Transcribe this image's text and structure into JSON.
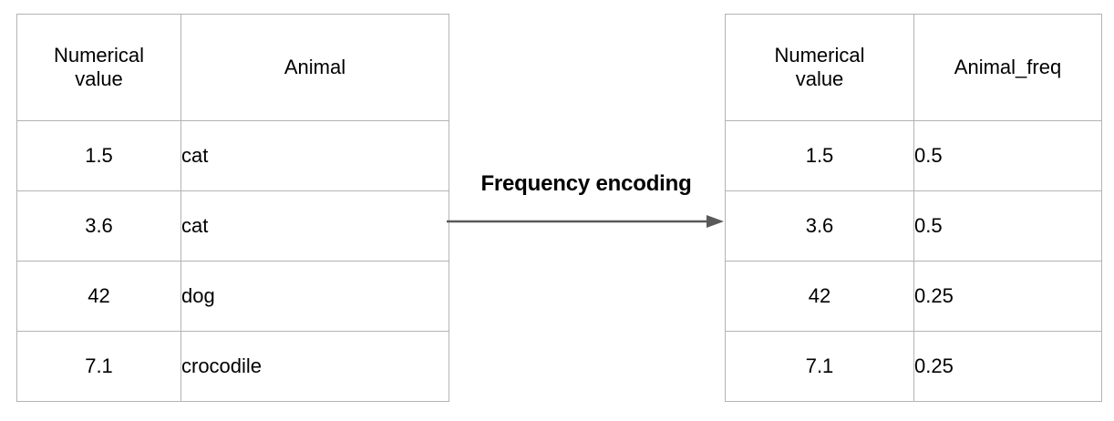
{
  "diagram": {
    "title_text": "Frequency encoding",
    "arrow_icon": "arrow-right-icon",
    "line_color": "#595959",
    "border_color": "#b3b3b3",
    "text_color": "#000000",
    "background": "#ffffff"
  },
  "source_table": {
    "name": "source-table",
    "columns": [
      {
        "line1": "Numerical",
        "line2": "value"
      },
      {
        "line1": "Animal",
        "line2": ""
      }
    ],
    "rows": [
      {
        "value": "1.5",
        "animal": "cat"
      },
      {
        "value": "3.6",
        "animal": "cat"
      },
      {
        "value": "42",
        "animal": "dog"
      },
      {
        "value": "7.1",
        "animal": "crocodile"
      }
    ]
  },
  "encoded_table": {
    "name": "encoded-table",
    "columns": [
      {
        "line1": "Numerical",
        "line2": "value"
      },
      {
        "line1": "Animal_freq",
        "line2": ""
      }
    ],
    "rows": [
      {
        "value": "1.5",
        "animal_freq": "0.5"
      },
      {
        "value": "3.6",
        "animal_freq": "0.5"
      },
      {
        "value": "42",
        "animal_freq": "0.25"
      },
      {
        "value": "7.1",
        "animal_freq": "0.25"
      }
    ]
  }
}
